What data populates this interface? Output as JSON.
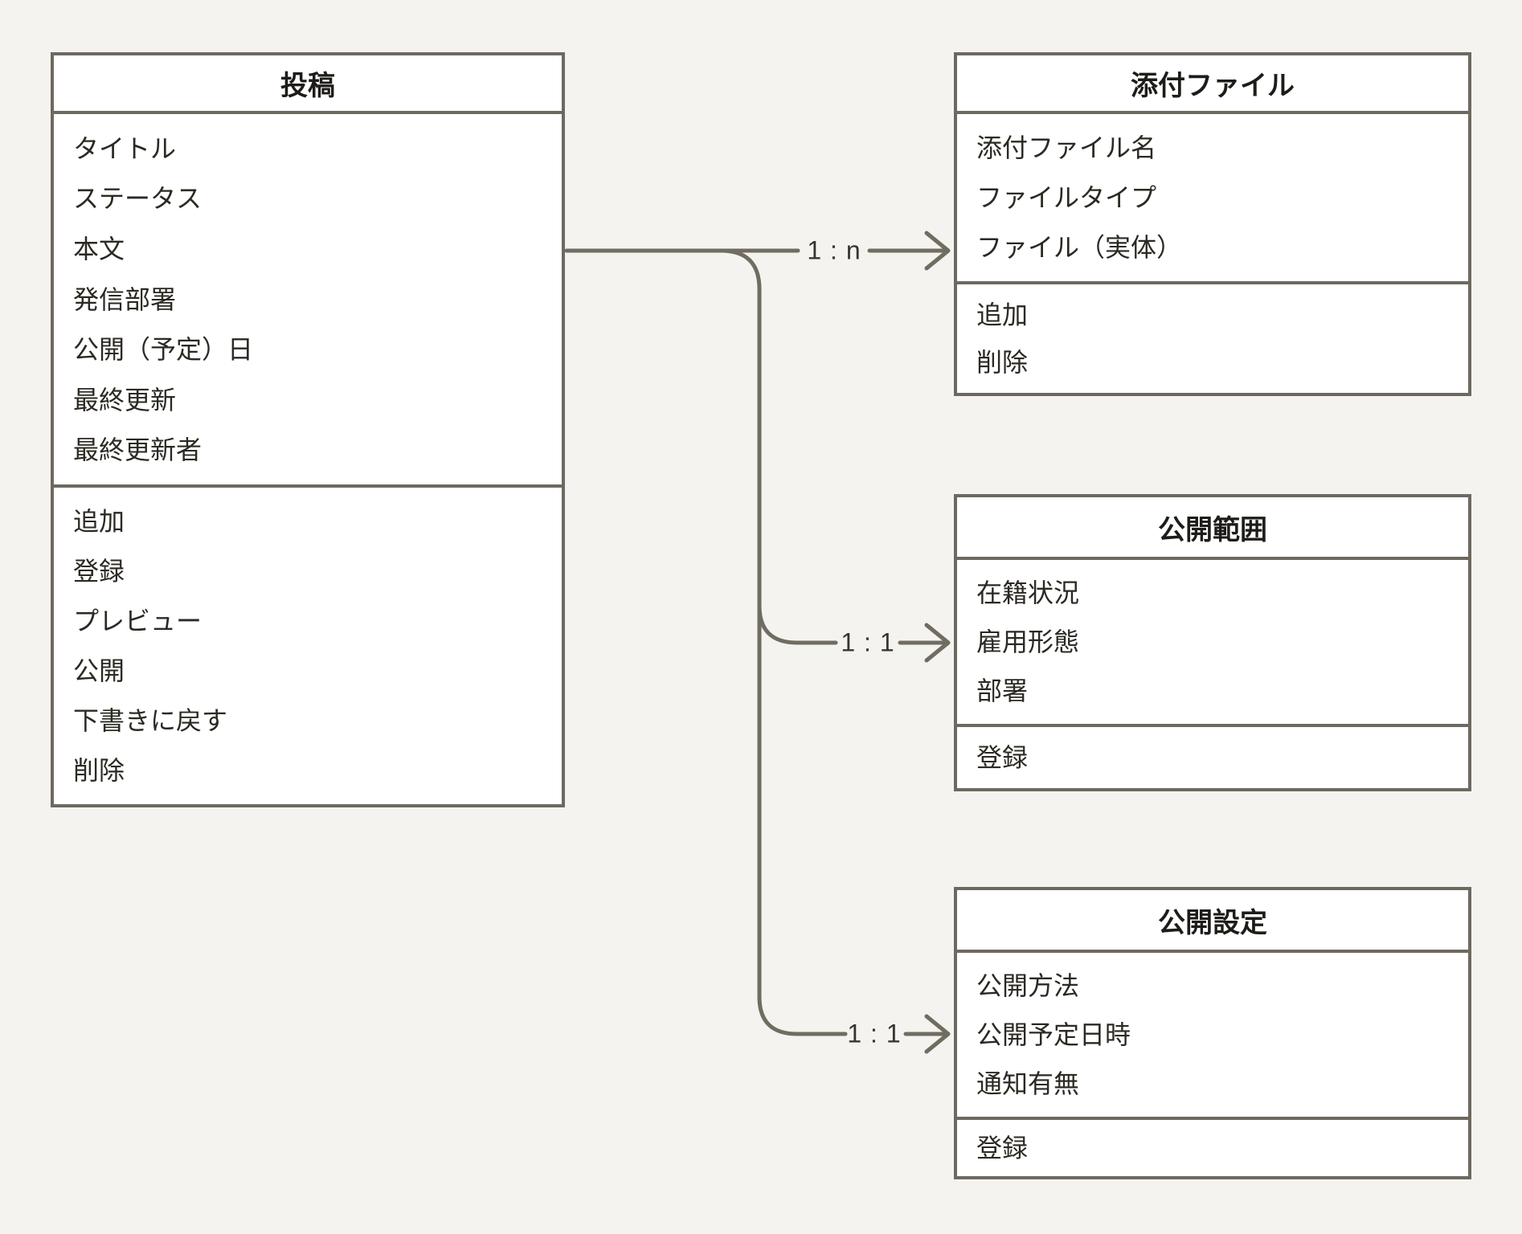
{
  "canvas": {
    "background_color": "#f5f3ef",
    "box_background_color": "#ffffff",
    "border_color": "#6e6960",
    "line_color": "#716c61",
    "title_color": "#1e1c18",
    "text_color": "#2b2922"
  },
  "entities": {
    "post": {
      "title": "投稿",
      "attributes": [
        "タイトル",
        "ステータス",
        "本文",
        "発信部署",
        "公開（予定）日",
        "最終更新",
        "最終更新者"
      ],
      "actions": [
        "追加",
        "登録",
        "プレビュー",
        "公開",
        "下書きに戻す",
        "削除"
      ]
    },
    "attachment": {
      "title": "添付ファイル",
      "attributes": [
        "添付ファイル名",
        "ファイルタイプ",
        "ファイル（実体）"
      ],
      "actions": [
        "追加",
        "削除"
      ]
    },
    "scope": {
      "title": "公開範囲",
      "attributes": [
        "在籍状況",
        "雇用形態",
        "部署"
      ],
      "actions": [
        "登録"
      ]
    },
    "settings": {
      "title": "公開設定",
      "attributes": [
        "公開方法",
        "公開予定日時",
        "通知有無"
      ],
      "actions": [
        "登録"
      ]
    }
  },
  "relationships": [
    {
      "from": "投稿",
      "to": "添付ファイル",
      "label": "1 : n"
    },
    {
      "from": "投稿",
      "to": "公開範囲",
      "label": "1 : 1"
    },
    {
      "from": "投稿",
      "to": "公開設定",
      "label": "1 : 1"
    }
  ]
}
